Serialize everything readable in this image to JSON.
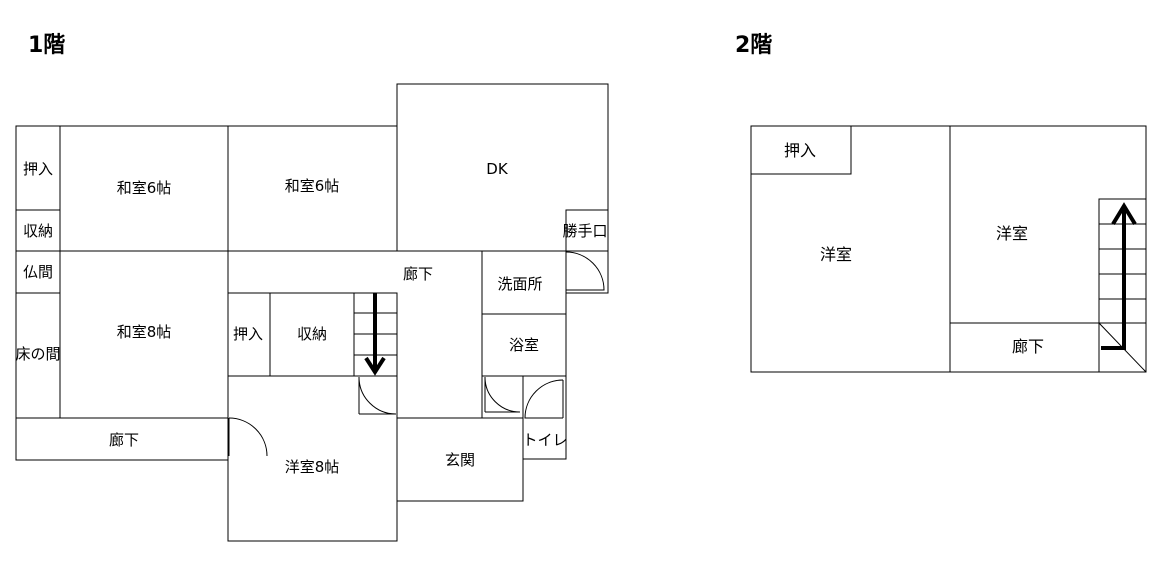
{
  "floors": {
    "first": {
      "heading": "1階",
      "rooms": {
        "oshiire": "押入",
        "shuno": "収納",
        "butsuma": "仏間",
        "tokonoma": "床の間",
        "washitsu_6_left": "和室6帖",
        "washitsu_6_right": "和室6帖",
        "washitsu_8": "和室8帖",
        "dk": "DK",
        "katteguchi": "勝手口",
        "rouka_center": "廊下",
        "senmenjo": "洗面所",
        "yokushitsu": "浴室",
        "oshiire_center": "押入",
        "shuno_center": "収納",
        "rouka_bottom": "廊下",
        "youshitsu_8": "洋室8帖",
        "genkan": "玄関",
        "toilet": "トイレ"
      }
    },
    "second": {
      "heading": "2階",
      "rooms": {
        "oshiire": "押入",
        "youshitsu_left": "洋室",
        "youshitsu_right": "洋室",
        "rouka": "廊下"
      }
    }
  }
}
